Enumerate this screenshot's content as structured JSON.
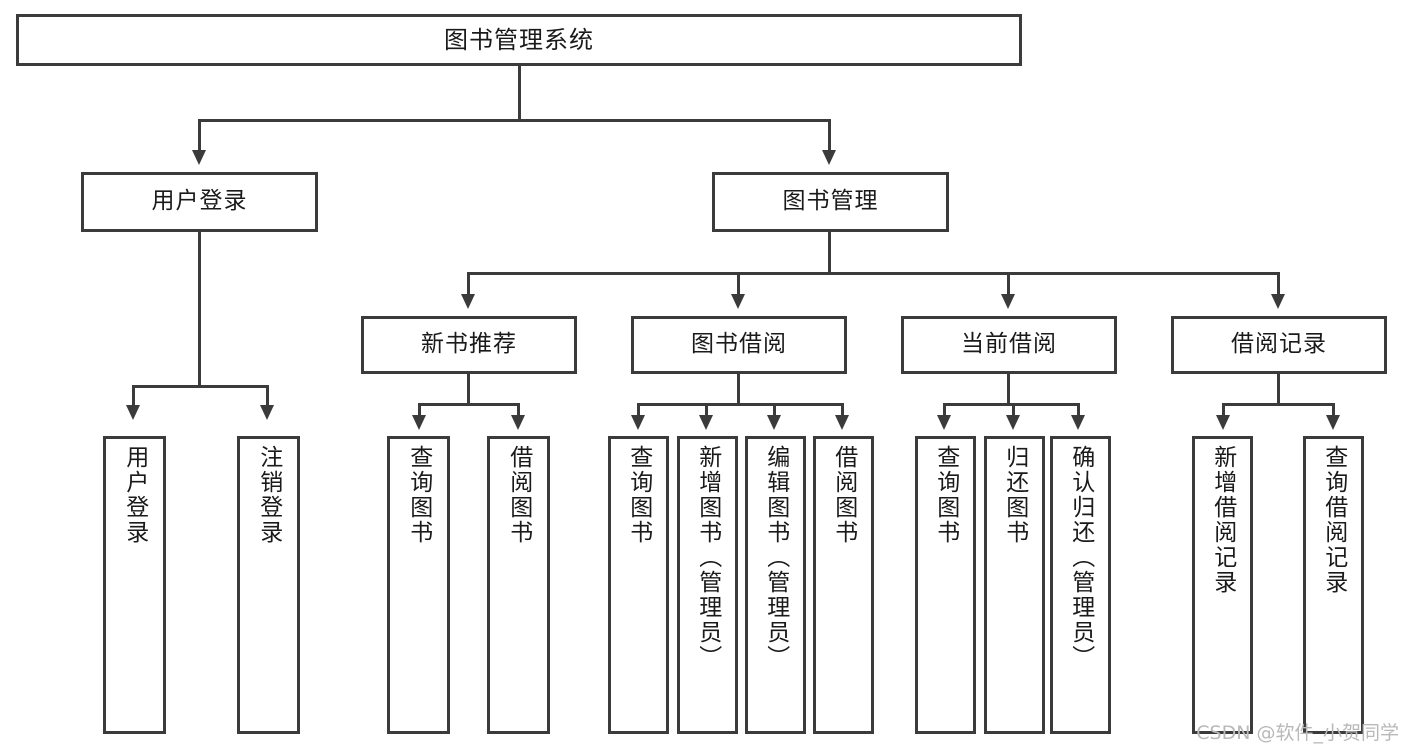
{
  "diagram": {
    "title": "图书管理系统",
    "type": "hierarchy-flowchart",
    "nodes": {
      "root": {
        "label": "图书管理系统"
      },
      "level2": [
        {
          "id": "user-login",
          "label": "用户登录"
        },
        {
          "id": "book-manage",
          "label": "图书管理"
        }
      ],
      "level3": [
        {
          "id": "new-book-recommend",
          "label": "新书推荐"
        },
        {
          "id": "book-borrow",
          "label": "图书借阅"
        },
        {
          "id": "current-borrow",
          "label": "当前借阅"
        },
        {
          "id": "borrow-record",
          "label": "借阅记录"
        }
      ],
      "leaves": {
        "user_login": [
          {
            "id": "leaf-user-login",
            "label": "用户登录"
          },
          {
            "id": "leaf-logout-login",
            "label": "注销登录"
          }
        ],
        "new_book_recommend": [
          {
            "id": "leaf-query-book-1",
            "label": "查询图书"
          },
          {
            "id": "leaf-borrow-book-1",
            "label": "借阅图书"
          }
        ],
        "book_borrow": [
          {
            "id": "leaf-query-book-2",
            "label": "查询图书"
          },
          {
            "id": "leaf-add-book",
            "label": "新增图书（管理员）"
          },
          {
            "id": "leaf-edit-book",
            "label": "编辑图书（管理员）"
          },
          {
            "id": "leaf-borrow-book-2",
            "label": "借阅图书"
          }
        ],
        "current_borrow": [
          {
            "id": "leaf-query-book-3",
            "label": "查询图书"
          },
          {
            "id": "leaf-return-book",
            "label": "归还图书"
          },
          {
            "id": "leaf-confirm-return",
            "label": "确认归还（管理员）"
          }
        ],
        "borrow_record": [
          {
            "id": "leaf-add-record",
            "label": "新增借阅记录"
          },
          {
            "id": "leaf-query-record",
            "label": "查询借阅记录"
          }
        ]
      }
    },
    "colors": {
      "stroke": "#3b3b3b",
      "fill": "#ffffff",
      "text": "#1a1a1a",
      "watermark": "#b9b9b9"
    }
  },
  "watermark": {
    "text": "CSDN @软件_小贺同学"
  }
}
